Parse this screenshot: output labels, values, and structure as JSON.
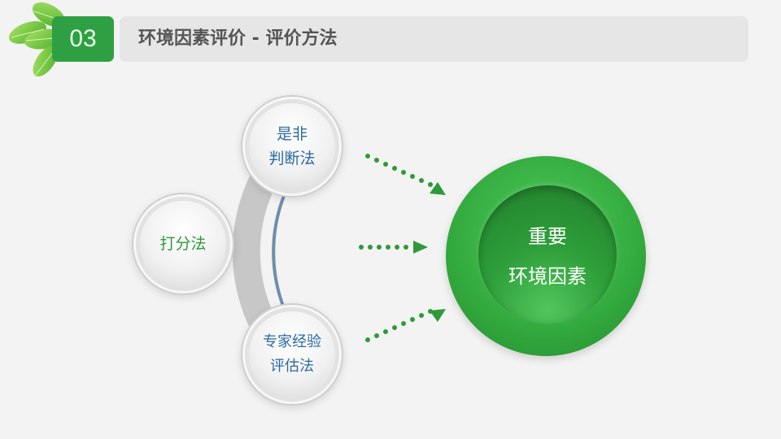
{
  "header": {
    "section_number": "03",
    "title": "环境因素评价 - 评价方法",
    "badge_color": "#2ea043",
    "titlebar_color": "#e6e6e6",
    "decoration": "leaves-icon"
  },
  "diagram": {
    "methods": [
      {
        "line1": "是非",
        "line2": "判断法",
        "color": "#2b6aa3"
      },
      {
        "line1": "打分法",
        "line2": "",
        "color": "#2f9a3a"
      },
      {
        "line1": "专家经验",
        "line2": "评估法",
        "color": "#2b6aa3"
      }
    ],
    "target": {
      "line1": "重要",
      "line2": "环境因素",
      "color": "#33aa3e"
    },
    "arrow_color": "#2e9a3a"
  }
}
